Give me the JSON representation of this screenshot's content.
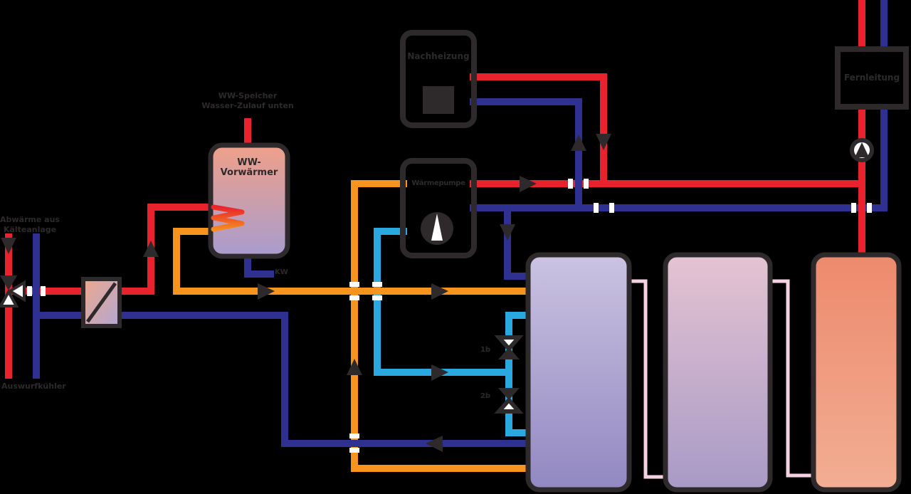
{
  "colors": {
    "background": "#000000",
    "outline": "#2e2a2b",
    "hot_supply": "#e8232e",
    "warm_supply": "#f7941e",
    "cold_line": "#29a9e0",
    "return_line": "#2e3192",
    "tank_interconnect": "#f3d3e1",
    "break_tick": "#ffffff"
  },
  "labels": {
    "ww_speicher": {
      "line1": "WW-Speicher",
      "line2": "Wasser-Zulauf unten"
    },
    "ww_vorwaermer": "WW-Vorwärmer",
    "abwaerme": {
      "line1": "Abwärme aus",
      "line2": "Kälteanlage"
    },
    "auswurfkuehler": "Auswurfkühler",
    "nachheizung": "Nachheizung",
    "waermepumpe": "Wärmepumpe",
    "fernleitung": "Fernleitung",
    "kaltwasser": "KW",
    "valve_upper": "1b",
    "valve_lower": "2b"
  }
}
